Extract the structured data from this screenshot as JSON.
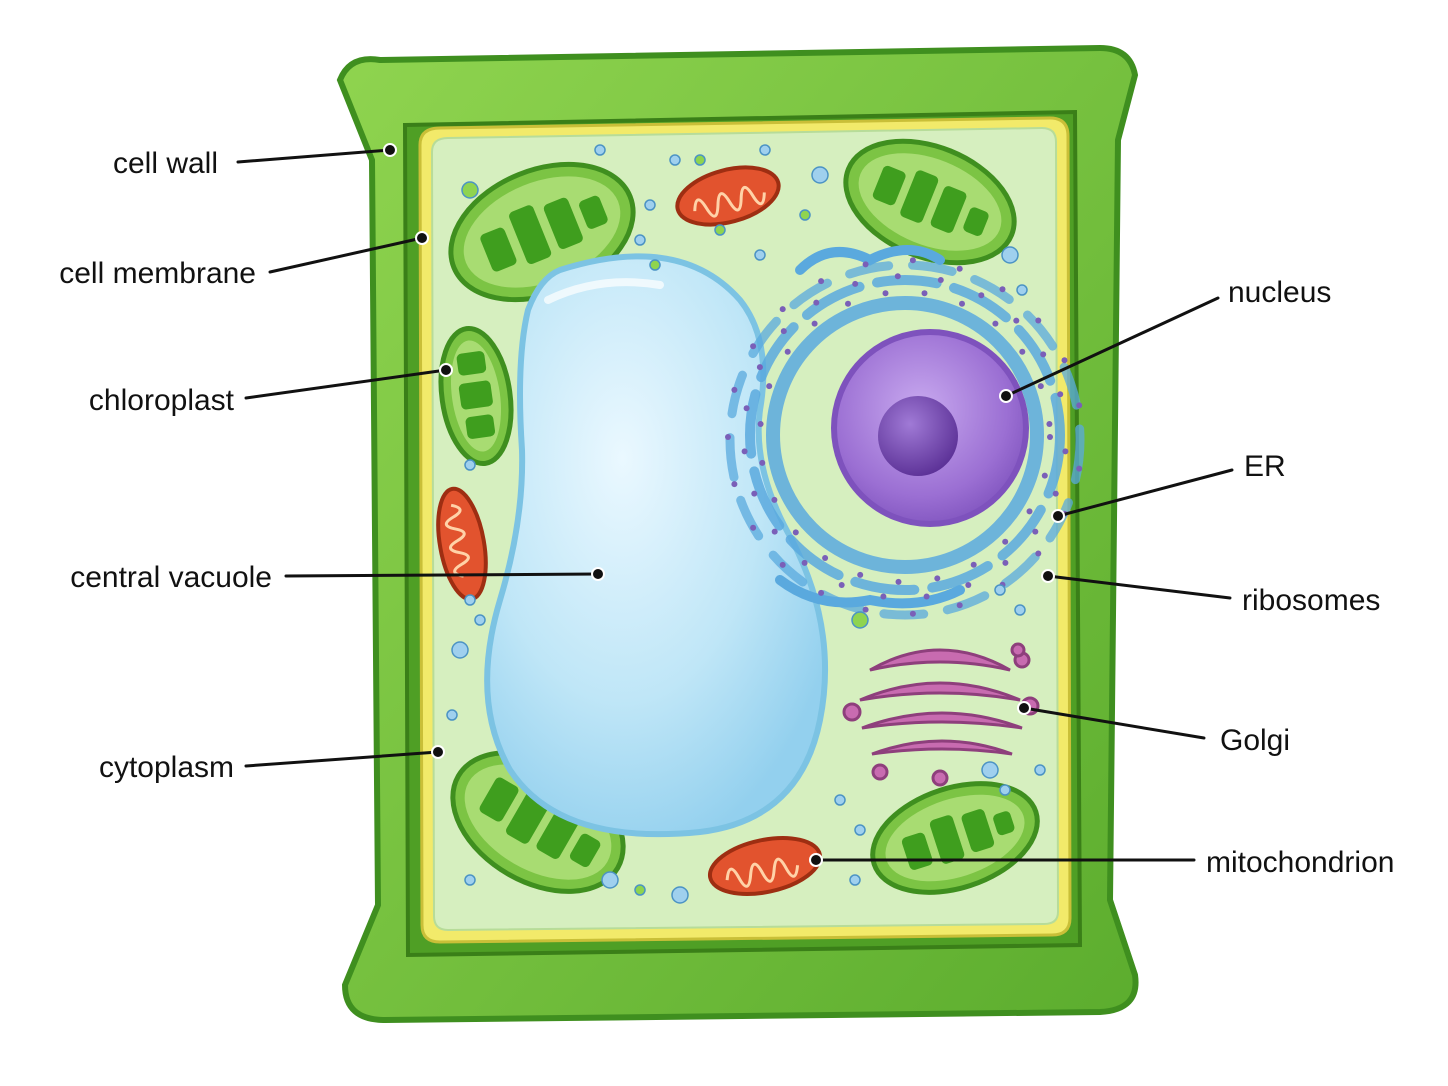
{
  "labels": {
    "cell_wall": "cell wall",
    "cell_membrane": "cell membrane",
    "chloroplast": "chloroplast",
    "central_vacuole": "central vacuole",
    "cytoplasm": "cytoplasm",
    "nucleus": "nucleus",
    "er": "ER",
    "ribosomes": "ribosomes",
    "golgi": "Golgi",
    "mitochondrion": "mitochondrion"
  },
  "colors": {
    "cell_wall": "#6fbf3a",
    "cell_wall_dark": "#3f8f1f",
    "membrane": "#f2ea6a",
    "cytoplasm": "#d6efbf",
    "vacuole": "#bfe6f7",
    "vacuole_edge": "#7cc3e3",
    "chloroplast": "#7cc444",
    "thylakoid": "#3f9e1e",
    "mitochondrion": "#e2532e",
    "nucleus": "#9b6fd3",
    "nucleolus": "#6b3fa6",
    "er": "#5aa9de",
    "golgi": "#c86bb0",
    "ribosome": "#7a5fb8"
  }
}
